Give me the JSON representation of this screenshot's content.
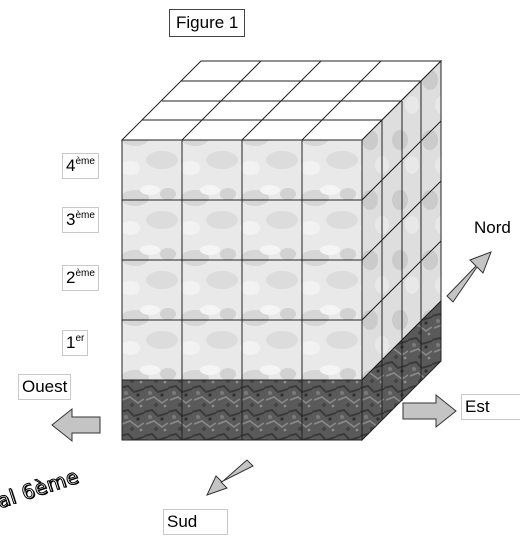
{
  "figure": {
    "title": "Figure 1",
    "levels": [
      {
        "num": "4",
        "suffix": "ème"
      },
      {
        "num": "3",
        "suffix": "ème"
      },
      {
        "num": "2",
        "suffix": "ème"
      },
      {
        "num": "1",
        "suffix": "er"
      }
    ],
    "directions": {
      "north": "Nord",
      "west": "Ouest",
      "east": "Est",
      "south": "Sud"
    },
    "stamp": "al 6ème",
    "colors": {
      "concrete": "#e6e6e6",
      "rock": "#555555",
      "arrow": "#c4c4c4",
      "outline": "#222222"
    }
  }
}
